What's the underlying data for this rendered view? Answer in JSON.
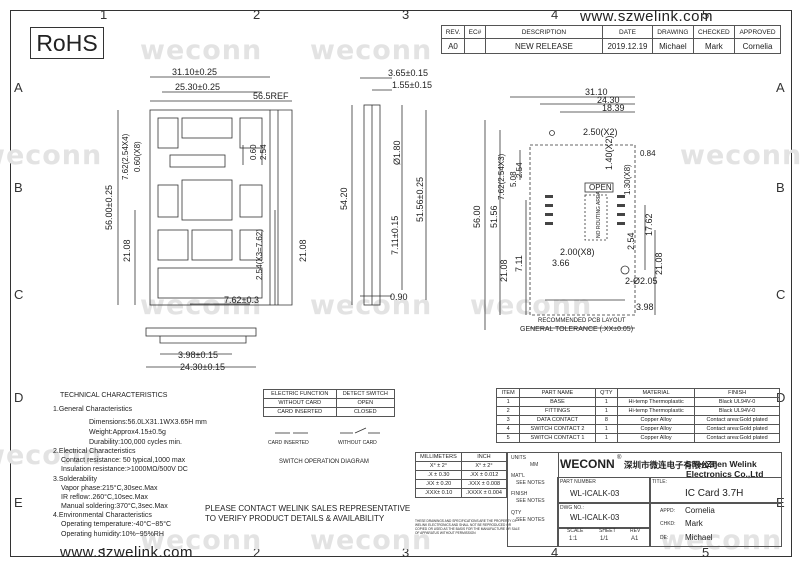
{
  "header": {
    "rohs": "RoHS",
    "url_top": "www.szwelink.com",
    "url_bottom": "www.szwelink.com"
  },
  "watermark": "weconn",
  "zones": {
    "cols": [
      "1",
      "2",
      "3",
      "4",
      "5"
    ],
    "rows": [
      "A",
      "B",
      "C",
      "D",
      "E"
    ]
  },
  "revision_table": {
    "headers": [
      "REV.",
      "EC#",
      "DESCRIPTION",
      "DATE",
      "DRAWING",
      "CHECKED",
      "APPROVED"
    ],
    "row": [
      "A0",
      "",
      "NEW RELEASE",
      "2019.12.19",
      "Michael",
      "Mark",
      "Cornelia"
    ]
  },
  "left_view": {
    "dims": [
      "31.10±0.25",
      "25.30±0.25",
      "56.5REF",
      "0.60",
      "2.54",
      "7.62(2.54X4)",
      "0.60(X8)",
      "56.00±0.25",
      "21.08",
      "2.54(X3=7.62)",
      "21.08"
    ]
  },
  "side_view": {
    "dims": [
      "3.65±0.15",
      "1.55±0.15",
      "54.20",
      "Ø1.80",
      "51.56±0.25",
      "7.11±0.15",
      "0.90"
    ]
  },
  "bottom_view": {
    "dims": [
      "7.62±0.3",
      "3.98±0.15",
      "24.30±0.15"
    ]
  },
  "pcb_layout": {
    "dims": [
      "31.10",
      "24.30",
      "18.39",
      "2.50(X2)",
      "1.40(X2)",
      "0.84",
      "1.30(X8)",
      "7.62(2.54X3)",
      "2.54",
      "5.08",
      "56.00",
      "51.56",
      "2.00(X8)",
      "3.66",
      "21.08",
      "7.11",
      "2.54",
      "17.62",
      "2-Ø2.05",
      "21.08",
      "3.98"
    ],
    "open_label": "OPEN",
    "no_routing": "NO ROUTING AREA",
    "title": "RECOMMENDED PCB LAYOUT",
    "tolerance": "GENERAL TOLERANCE (.XX±0.05)"
  },
  "tech": {
    "title": "TECHNICAL CHARACTERISTICS",
    "lines": [
      "1.General Characteristics",
      "Dimensions:56.0LX31.1WX3.65H mm",
      "Weight:Approx4.15±0.5g",
      "Durability:100,000 cycles min.",
      "2.Electrical Characteristics",
      "Contact resistance: 50 typical,1000 max",
      "Insulation resistance:>1000MΩ/500V DC",
      "3.Solderability",
      "Vapor phase:215°C,30sec.Max",
      "IR reflow:.260°C,10sec.Max",
      "Manual soldering:370°C,3sec.Max",
      "4.Environmental Characteristics",
      "Operating temperature:-40°C~85°C",
      "Operating humidity:10%~95%RH"
    ]
  },
  "switch_table": {
    "rows": [
      [
        "ELECTRIC FUNCTION",
        "DETECT SWITCH"
      ],
      [
        "WITHOUT CARD",
        "OPEN"
      ],
      [
        "CARD INSERTED",
        "CLOSED"
      ]
    ],
    "card_inserted": "CARD INSERTED",
    "without_card": "WITHOUT CARD",
    "caption": "SWITCH OPERATION DIAGRAM"
  },
  "contact_note": [
    "PLEASE CONTACT WELINK SALES REPRESENTATIVE",
    "TO VERIFY PRODUCT DETAILS & AVAILABILITY"
  ],
  "bom": {
    "headers": [
      "ITEM",
      "PART NAME",
      "Q'TY",
      "MATERIAL",
      "FINISH"
    ],
    "rows": [
      [
        "1",
        "BASE",
        "1",
        "Hi-temp Thermoplastic",
        "Black UL94V-0"
      ],
      [
        "2",
        "FITTINGS",
        "1",
        "Hi-temp Thermoplastic",
        "Black UL94V-0"
      ],
      [
        "3",
        "DATA CONTACT",
        "8",
        "Copper Alloy",
        "Contact area:Gold plated"
      ],
      [
        "4",
        "SWITCH CONTACT 2",
        "1",
        "Copper Alloy",
        "Contact area:Gold plated"
      ],
      [
        "5",
        "SWITCH CONTACT 1",
        "1",
        "Copper Alloy",
        "Contact area:Gold plated"
      ]
    ]
  },
  "tolerance_table": {
    "headers": [
      "MILLIMETERS",
      "INCH"
    ],
    "rows": [
      [
        "X° ± 2°",
        "X° ± 2°"
      ],
      [
        ".X  ± 0.30",
        ".XX  ± 0.012"
      ],
      [
        ".XX ± 0.20",
        ".XXX ± 0.008"
      ],
      [
        ".XXX± 0.10",
        ".XXXX ± 0.004"
      ]
    ]
  },
  "title_block": {
    "company_logo": "WECONN",
    "company_cn": "深圳市微连电子有限公司",
    "company_en": "ShenZhen Welink Electronics Co.,Ltd",
    "units_label": "UNITS",
    "units": "MM",
    "matl_label": "MAT'L",
    "matl": "SEE NOTES",
    "finish_label": "FINISH",
    "finish": "SEE NOTES",
    "qty_label": "QTY",
    "qty": "SEE NOTES",
    "part_no_label": "PART NUMBER",
    "part_no": "WL-ICALK-03",
    "title_label": "TITLE:",
    "title": "IC Card 3.7H",
    "dwg_label": "DWG NO.:",
    "dwg": "WL-ICALK-03",
    "appd_label": "APPD:",
    "appd": "Cornelia",
    "chkd_label": "CHKD:",
    "chkd": "Mark",
    "de_label": "DE:",
    "de": "Michael",
    "scale_label": "SCALE",
    "scale": "1:1",
    "sheet_label": "SHEET",
    "sheet": "1/1",
    "rev_label": "REV",
    "rev": "A1",
    "notice": [
      "THESE DRAWINGS AND SPECIFICATIONS ARE THE PROPERTY OF",
      "WELINK ELECTRONICS AND SHALL NOT BE REPRODUCED OR",
      "COPIED OR USED AS THE BASIS FOR THE MANUFACTURE OR SALE",
      "OF APPARATUS WITHOUT PERMISSION"
    ]
  }
}
